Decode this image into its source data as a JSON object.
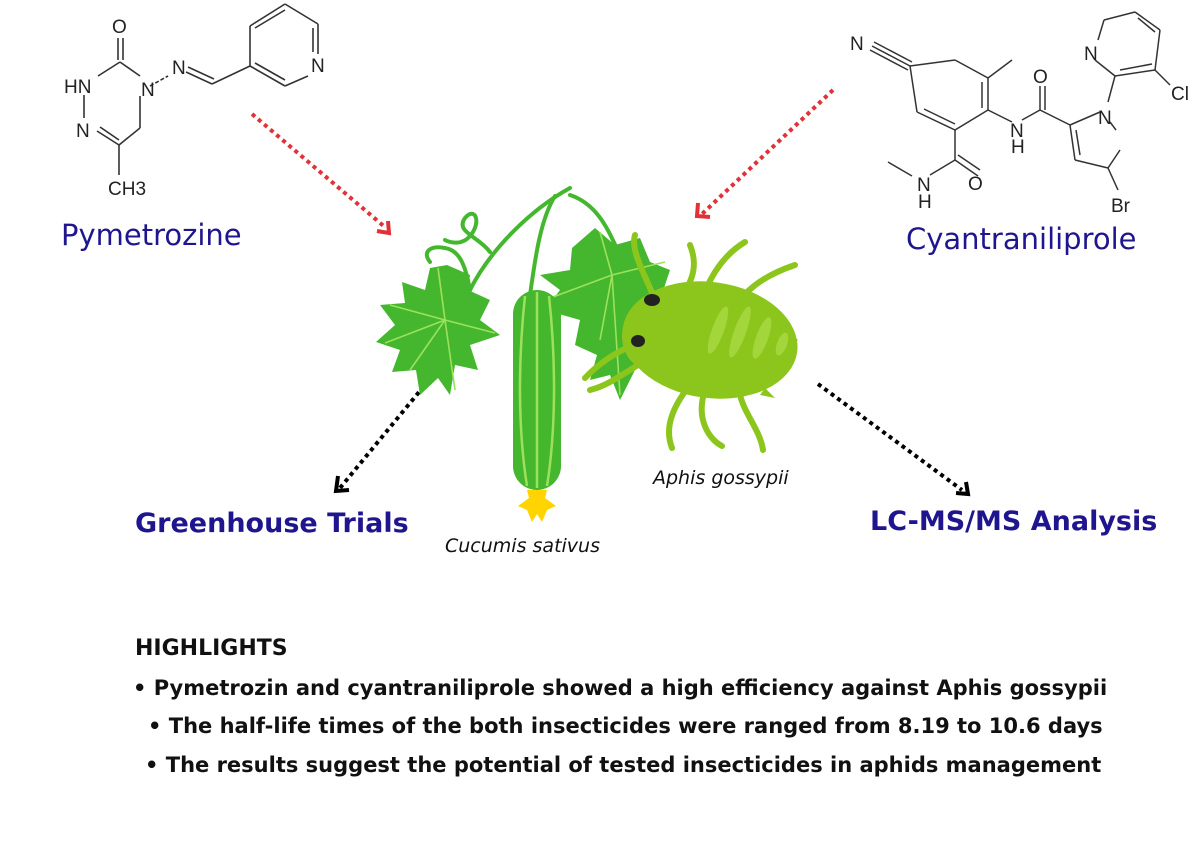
{
  "compounds": [
    {
      "name": "Pymetrozine",
      "structure_labels": [
        "O",
        "HN",
        "N",
        "N",
        "N",
        "N",
        "CH3"
      ]
    },
    {
      "name": "Cyantraniliprole",
      "structure_labels": [
        "N",
        "O",
        "N",
        "Cl",
        "N",
        "H",
        "N",
        "N",
        "H",
        "O",
        "Br"
      ]
    }
  ],
  "center": {
    "plant_species": "Cucumis sativus",
    "pest_species": "Aphis gossypii"
  },
  "outcomes": {
    "left": "Greenhouse Trials",
    "right": "LC-MS/MS Analysis"
  },
  "highlights": {
    "title": "HIGHLIGHTS",
    "items": [
      "Pymetrozin and cyantraniliprole showed a high efficiency against Aphis gossypii",
      "The half-life times of the both insecticides were ranged from 8.19 to 10.6 days",
      "The results suggest the potential of tested insecticides in aphids management"
    ],
    "bullet": "•"
  },
  "colors": {
    "compound_label": "#1f168f",
    "input_arrow": "#e03238",
    "output_arrow": "#000000",
    "leaf": "#44b72f",
    "leaf_vein": "#9be25a",
    "aphid": "#8cc61c",
    "flower": "#ffd400"
  }
}
